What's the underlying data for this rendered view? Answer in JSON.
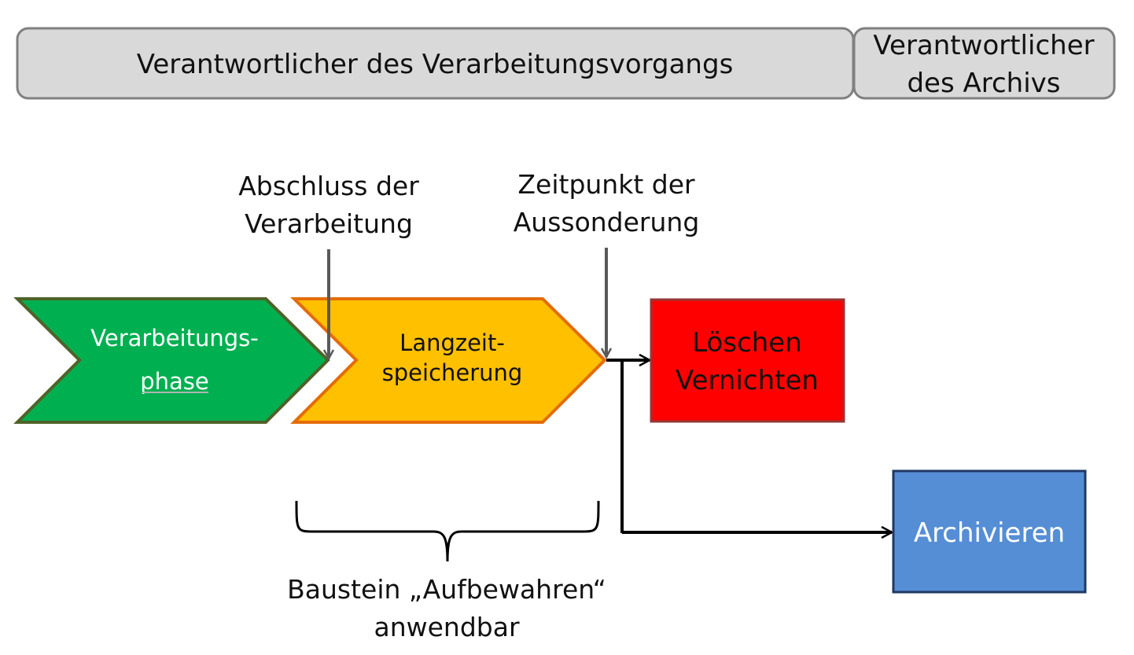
{
  "header": {
    "left_label": "Verantwortlicher des Verarbeitungsvorgangs",
    "right_label_line1": "Verantwortlicher",
    "right_label_line2": "des Archivs"
  },
  "annotations": {
    "abschluss_line1": "Abschluss der",
    "abschluss_line2": "Verarbeitung",
    "zeitpunkt_line1": "Zeitpunkt der",
    "zeitpunkt_line2": "Aussonderung",
    "baustein_line1": "Baustein „Aufbewahren“",
    "baustein_line2": "anwendbar"
  },
  "phases": {
    "phase1_line1": "Verarbeitungs-",
    "phase1_line2": "phase",
    "phase2_line1": "Langzeit-",
    "phase2_line2": "speicherung"
  },
  "outcomes": {
    "delete_line1": "Löschen",
    "delete_line2": "Vernichten",
    "archive": "Archivieren"
  },
  "colors": {
    "header_fill": "#d9d9d9",
    "header_stroke": "#808080",
    "phase1_fill": "#00b050",
    "phase1_stroke": "#4f6228",
    "phase2_fill": "#ffc000",
    "phase2_stroke": "#e46c0a",
    "delete_fill": "#ff0000",
    "delete_stroke": "#953735",
    "archive_fill": "#558ed5",
    "archive_stroke": "#1f3864",
    "pointer_arrow": "#595959",
    "flow_arrow": "#000000"
  }
}
